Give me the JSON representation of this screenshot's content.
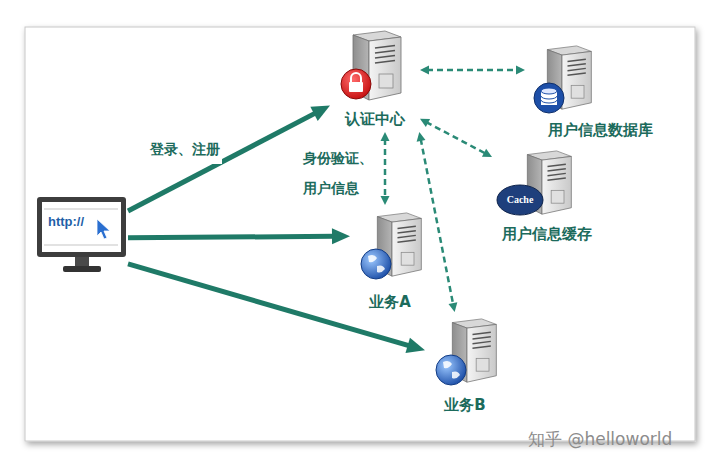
{
  "diagram": {
    "nodes": [
      {
        "text": [
          "http://"
        ]
      },
      {
        "text": [
          "认证中心"
        ]
      },
      {
        "text": [
          "用户信息数据库"
        ]
      },
      {
        "text": [
          "用户信息缓存"
        ]
      },
      {
        "text": [
          "业务A"
        ]
      },
      {
        "text": [
          "业务B"
        ]
      }
    ],
    "edges": [
      {
        "from": 0,
        "to": 1,
        "arrow": "to",
        "label": "登录、注册"
      },
      {
        "from": 1,
        "to": 4,
        "arrow": "both",
        "label": "身份验证、 用户信息"
      },
      {
        "from": 0,
        "to": 4,
        "arrow": "to"
      },
      {
        "from": 0,
        "to": 5,
        "arrow": "to"
      },
      {
        "from": 1,
        "to": 2,
        "arrow": "both"
      },
      {
        "from": 1,
        "to": 3,
        "arrow": "both"
      },
      {
        "from": 1,
        "to": 5,
        "arrow": "both"
      }
    ],
    "labels": [
      "Cache",
      "知乎 @helloworld"
    ]
  }
}
